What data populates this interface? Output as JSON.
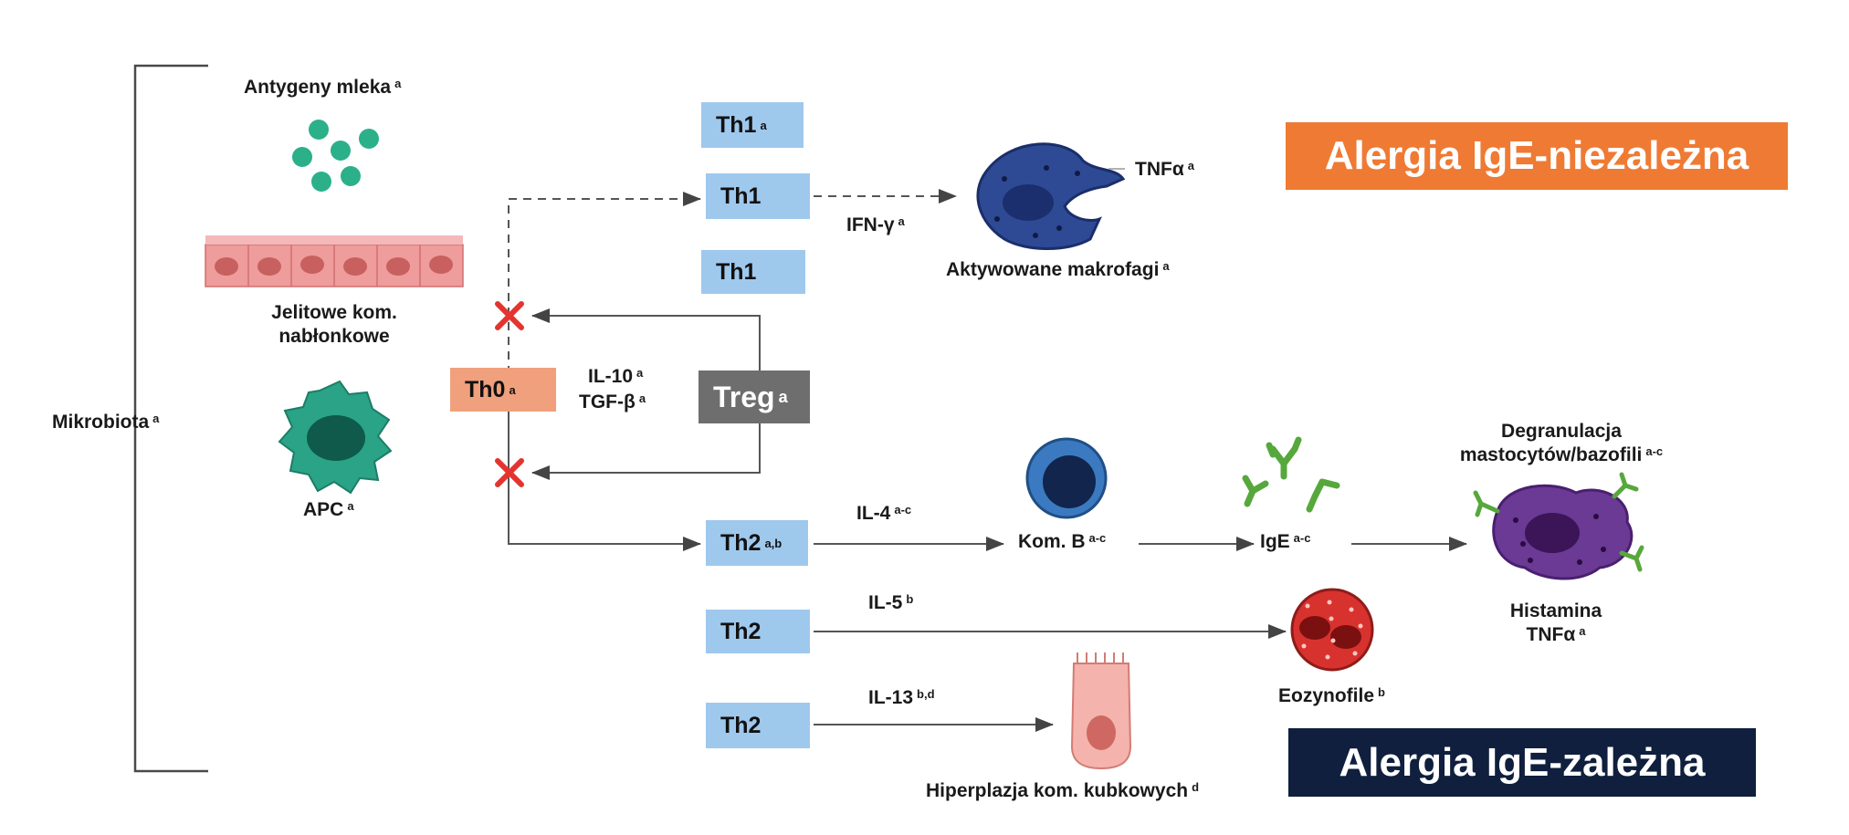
{
  "left_bracket": {
    "label": "Mikrobiota",
    "sup": "a"
  },
  "labels": {
    "milk_antigens": {
      "text": "Antygeny mleka",
      "sup": "a"
    },
    "epithelial_line1": "Jelitowe kom.",
    "epithelial_line2": "nabłonkowe",
    "apc": {
      "text": "APC",
      "sup": "a"
    },
    "il10": {
      "text": "IL-10",
      "sup": "a"
    },
    "tgfb": {
      "text": "TGF-β",
      "sup": "a"
    },
    "ifng": {
      "text": "IFN-γ",
      "sup": "a"
    },
    "tnfa_top": {
      "text": "TNFα",
      "sup": "a"
    },
    "macrophages": {
      "text": "Aktywowane makrofagi",
      "sup": "a"
    },
    "il4": {
      "text": "IL-4",
      "sup": "a-c"
    },
    "il5": {
      "text": "IL-5",
      "sup": "b"
    },
    "il13": {
      "text": "IL-13",
      "sup": "b,d"
    },
    "bcell": {
      "text": "Kom. B",
      "sup": "a-c"
    },
    "ige": {
      "text": "IgE",
      "sup": "a-c"
    },
    "degran_line1": "Degranulacja",
    "degran_line2": {
      "text": "mastocytów/bazofili",
      "sup": "a-c"
    },
    "histamine": "Histamina",
    "tnfa_bottom": {
      "text": "TNFα",
      "sup": "a"
    },
    "eosinophils": {
      "text": "Eozynofile",
      "sup": "b"
    },
    "goblet": {
      "text": "Hiperplazja kom. kubkowych",
      "sup": "d"
    }
  },
  "boxes": {
    "th1_top": {
      "text": "Th1",
      "sup": "a"
    },
    "th1_mid": {
      "text": "Th1",
      "sup": ""
    },
    "th1_low": {
      "text": "Th1",
      "sup": ""
    },
    "th0": {
      "text": "Th0",
      "sup": "a"
    },
    "treg": {
      "text": "Treg",
      "sup": "a"
    },
    "th2_top": {
      "text": "Th2",
      "sup": "a,b"
    },
    "th2_mid": {
      "text": "Th2",
      "sup": ""
    },
    "th2_low": {
      "text": "Th2",
      "sup": ""
    }
  },
  "banners": {
    "ige_independent": {
      "text": "Alergia IgE-niezależna",
      "color": "#ef7a33"
    },
    "ige_dependent": {
      "text": "Alergia IgE-zależna",
      "color": "#0f1f3d"
    }
  },
  "icons": [
    "milk-antigen-dots-icon",
    "intestinal-epithelium-icon",
    "apc-cell-icon",
    "macrophage-icon",
    "b-cell-icon",
    "ige-antibody-icon",
    "mast-cell-icon",
    "eosinophil-icon",
    "goblet-cell-icon",
    "blocked-x-icon"
  ],
  "colors": {
    "box_blue": "#9fc8ed",
    "th0": "#f0a07c",
    "treg": "#6e6e6e",
    "arrow": "#4a4a4a",
    "block_x": "#e3342f"
  }
}
